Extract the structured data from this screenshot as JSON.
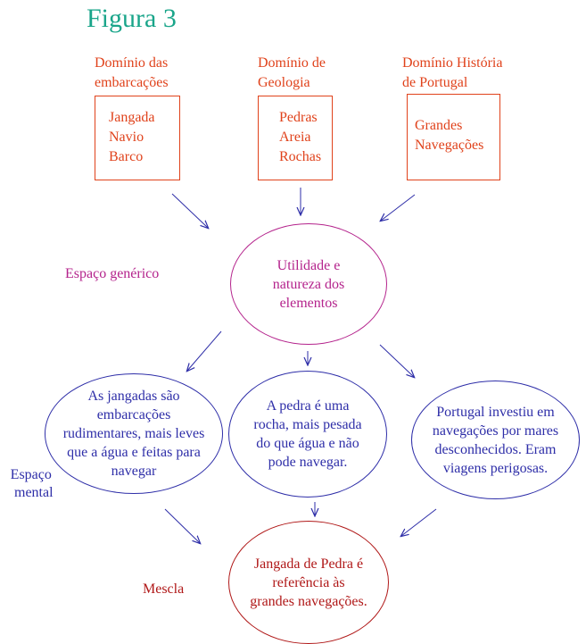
{
  "title": "Figura 3",
  "domains": [
    {
      "label": [
        "Domínio das",
        "embarcações"
      ],
      "items": [
        "Jangada",
        "Navio",
        "Barco"
      ]
    },
    {
      "label": [
        "Domínio de",
        "Geologia"
      ],
      "items": [
        "Pedras",
        "Areia",
        "Rochas"
      ]
    },
    {
      "label": [
        "Domínio História",
        "de Portugal"
      ],
      "items": [
        "Grandes",
        "Navegações"
      ]
    }
  ],
  "generic_space": {
    "label": "Espaço genérico",
    "text": [
      "Utilidade e",
      "natureza dos",
      "elementos"
    ]
  },
  "mental_space": {
    "label": [
      "Espaço",
      "mental"
    ],
    "ellipses": [
      {
        "text": [
          "As jangadas são",
          "embarcações",
          "rudimentares, mais leves",
          "que a água e feitas para",
          "navegar"
        ]
      },
      {
        "text": [
          "A pedra é uma",
          "rocha, mais pesada",
          "do que água e não",
          "pode navegar."
        ]
      },
      {
        "text": [
          "Portugal investiu em",
          "navegações por mares",
          "desconhecidos. Eram",
          "viagens perigosas."
        ]
      }
    ]
  },
  "blend": {
    "label": "Mescla",
    "text": [
      "Jangada de Pedra é",
      "referência às",
      "grandes navegações."
    ]
  },
  "colors": {
    "title": "#1aa58a",
    "domain": "#e0421b",
    "generic": "#b4238c",
    "mental": "#2e2ea8",
    "blend": "#b01818",
    "arrow": "#2e2ea8"
  }
}
